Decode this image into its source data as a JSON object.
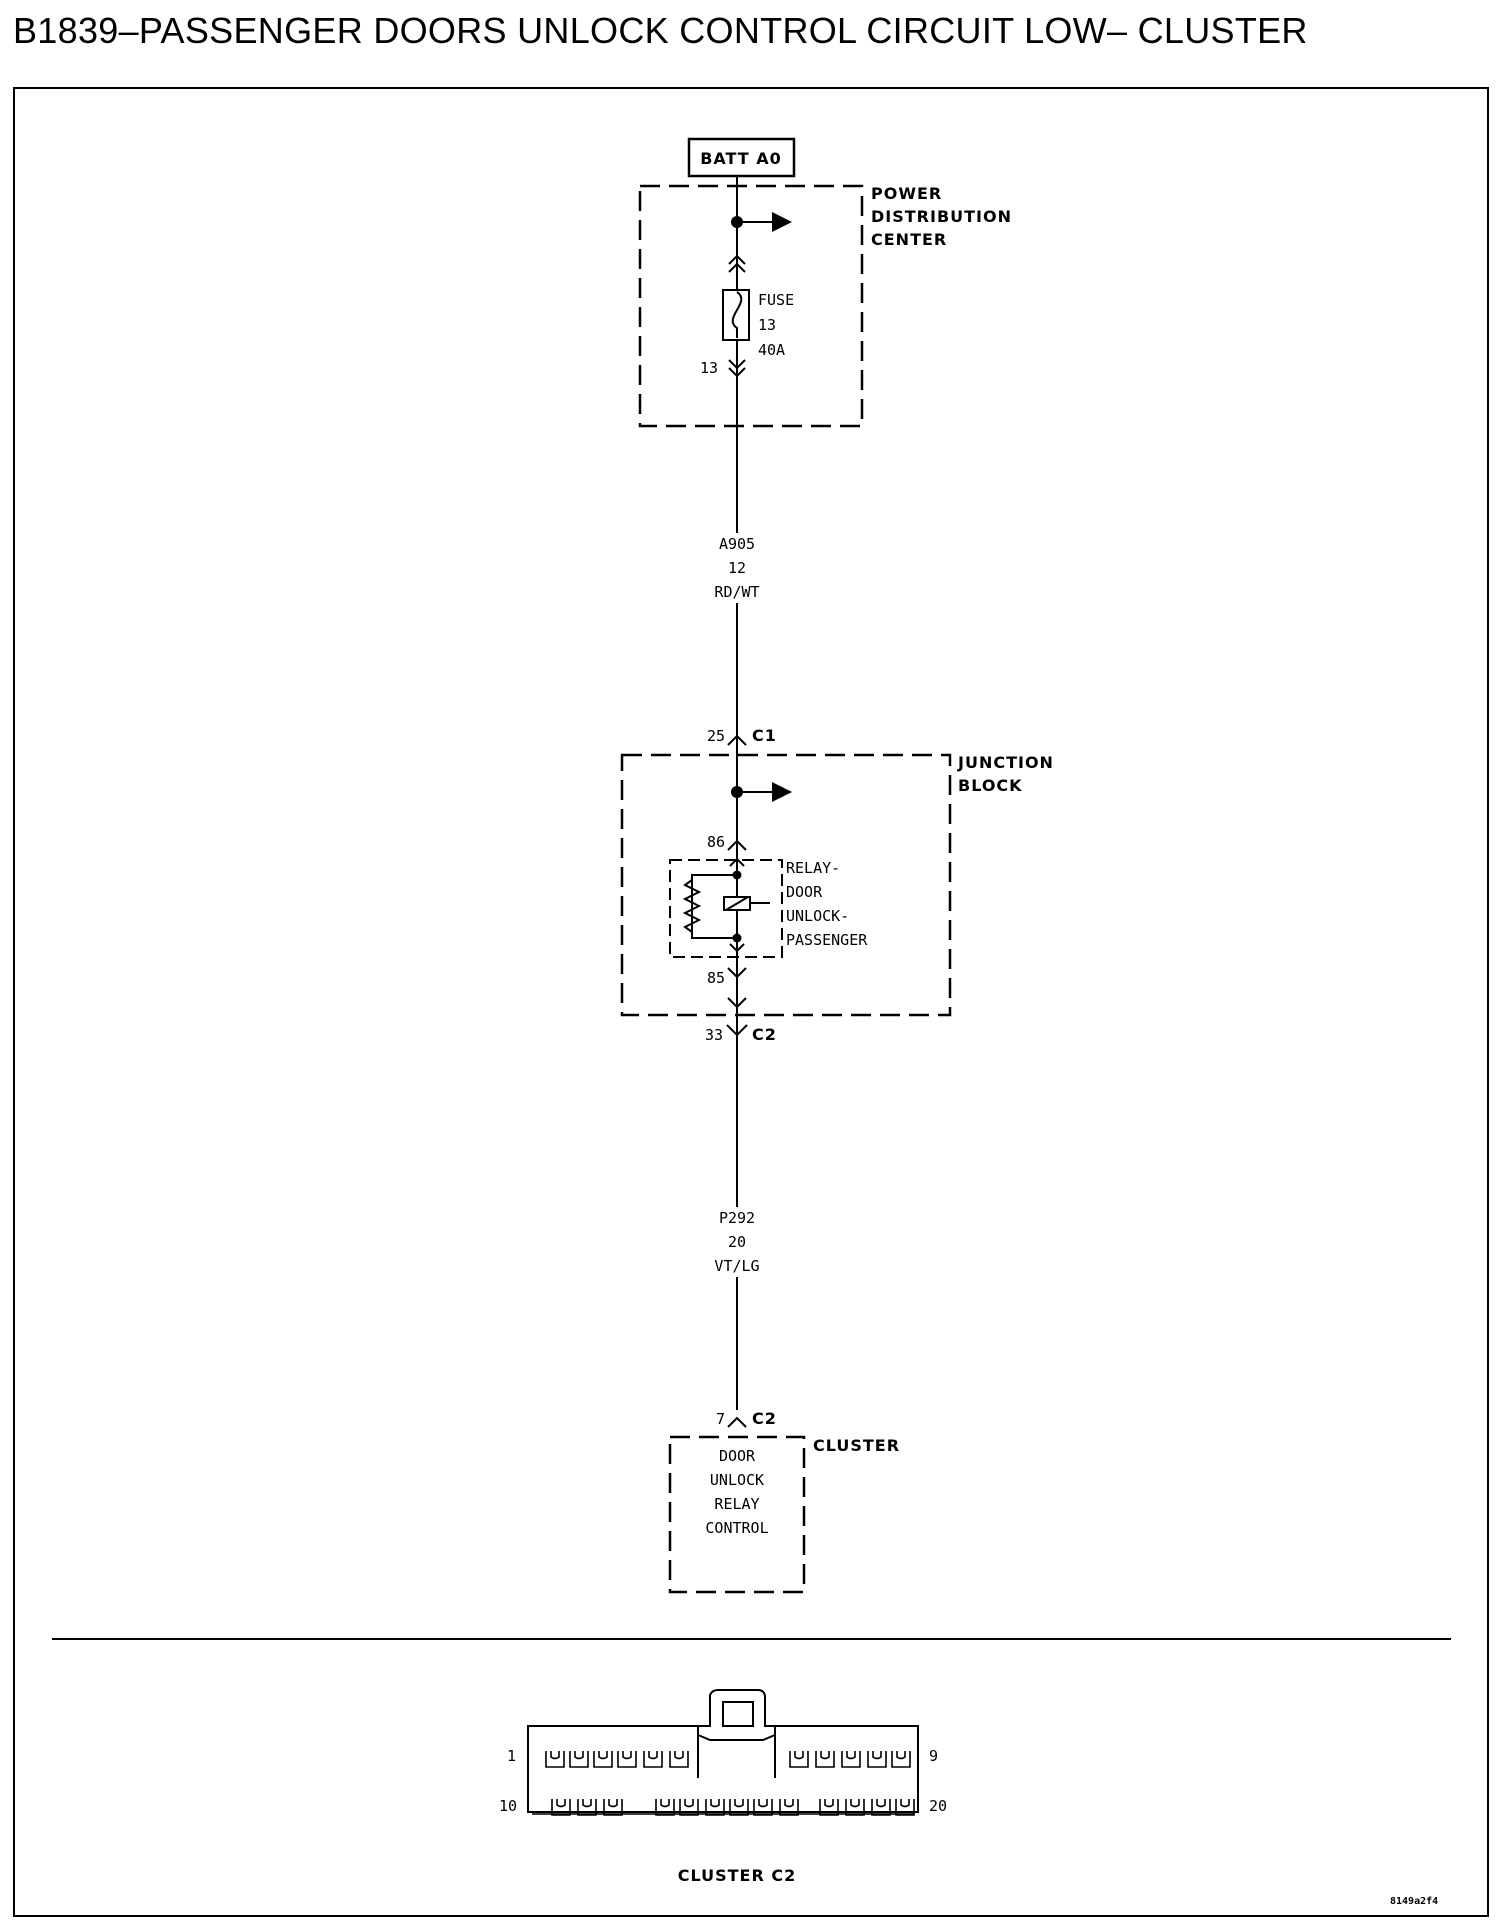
{
  "title": "B1839–PASSENGER DOORS UNLOCK CONTROL CIRCUIT LOW– CLUSTER",
  "components": {
    "batt_label": "BATT A0",
    "pdc": {
      "name_line1": "POWER",
      "name_line2": "DISTRIBUTION",
      "name_line3": "CENTER"
    },
    "fuse": {
      "label": "FUSE",
      "number": "13",
      "rating": "40A",
      "pin": "13"
    },
    "junction_block": {
      "name_line1": "JUNCTION",
      "name_line2": "BLOCK"
    },
    "relay": {
      "line1": "RELAY-",
      "line2": "DOOR",
      "line3": "UNLOCK-",
      "line4": "PASSENGER",
      "pin_top": "86",
      "pin_bottom": "85"
    },
    "cluster": {
      "name": "CLUSTER",
      "line1": "DOOR",
      "line2": "UNLOCK",
      "line3": "RELAY",
      "line4": "CONTROL"
    }
  },
  "wires": {
    "a905": {
      "circuit": "A905",
      "gauge": "12",
      "color": "RD/WT"
    },
    "p292": {
      "circuit": "P292",
      "gauge": "20",
      "color": "VT/LG"
    }
  },
  "connectors": {
    "jb_c1": {
      "pin": "25",
      "name": "C1"
    },
    "jb_c2": {
      "pin": "33",
      "name": "C2"
    },
    "cluster_c2": {
      "pin": "7",
      "name": "C2"
    }
  },
  "connector_view": {
    "title": "CLUSTER C2",
    "pin_top_left": "1",
    "pin_top_right": "9",
    "pin_bottom_left": "10",
    "pin_bottom_right": "20"
  },
  "footer_code": "8149a2f4"
}
